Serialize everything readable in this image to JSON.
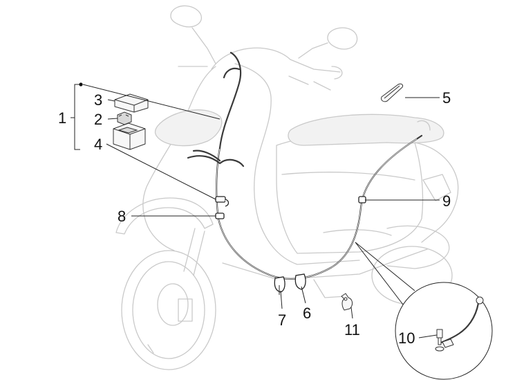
{
  "callouts": {
    "c1": "1",
    "c2": "2",
    "c3": "3",
    "c4": "4",
    "c5": "5",
    "c6": "6",
    "c7": "7",
    "c8": "8",
    "c9": "9",
    "c10": "10",
    "c11": "11"
  },
  "colors": {
    "background": "#ffffff",
    "ghost_outline": "#c9c9c9",
    "cable": "#3a3a3a",
    "callout_text": "#111111"
  }
}
